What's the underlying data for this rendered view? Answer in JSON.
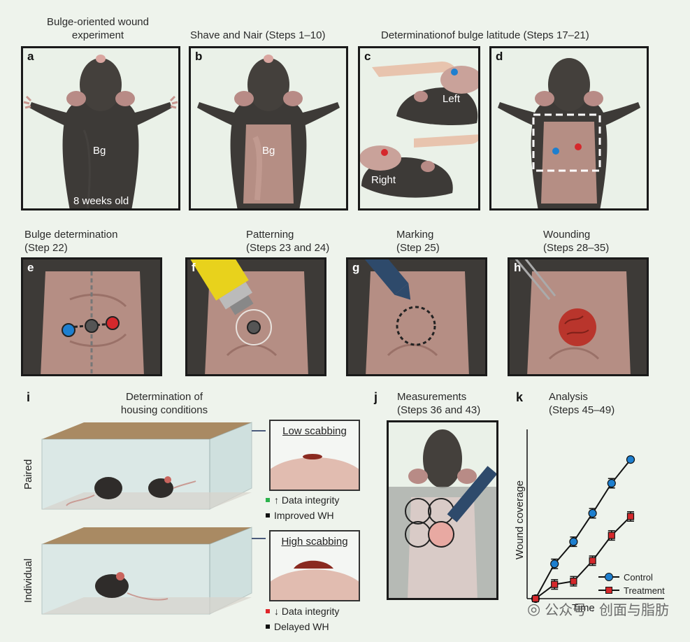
{
  "captions": {
    "a": "Bulge-oriented wound experiment",
    "b": "Shave and Nair (Steps 1–10)",
    "cd": "Determinationof bulge latitude (Steps 17–21)",
    "e1": "Bulge determination",
    "e2": "(Step 22)",
    "f1": "Patterning",
    "f2": "(Steps 23 and 24)",
    "g1": "Marking",
    "g2": "(Step 25)",
    "h1": "Wounding",
    "h2": "(Steps 28–35)",
    "i1": "Determination of",
    "i2": "housing conditions",
    "j1": "Measurements",
    "j2": "(Steps 36 and 43)",
    "k1": "Analysis",
    "k2": "(Steps 45–49)"
  },
  "panel_labels": {
    "a": "a",
    "b": "b",
    "c": "c",
    "d": "d",
    "e": "e",
    "f": "f",
    "g": "g",
    "h": "h",
    "i": "i",
    "j": "j",
    "k": "k"
  },
  "panel_text": {
    "a_bg": "Bg",
    "a_age": "8 weeks old",
    "b_bg": "Bg",
    "c_left": "Left",
    "c_right": "Right"
  },
  "housing": {
    "paired": "Paired",
    "individual": "Individual",
    "low_title": "Low scabbing",
    "high_title": "High scabbing",
    "low_items": [
      "↑ Data integrity",
      "Improved WH"
    ],
    "high_items": [
      "↓ Data integrity",
      "Delayed WH"
    ],
    "colors": {
      "up": "#2bb24c",
      "down": "#e0262a",
      "neutral": "#111111"
    }
  },
  "chart_data": {
    "type": "line",
    "ylabel": "Wound coverage",
    "xlabel": "Time",
    "x": [
      0,
      1,
      2,
      3,
      4,
      5
    ],
    "series": [
      {
        "name": "Control",
        "values": [
          0,
          22,
          36,
          54,
          73,
          88
        ],
        "errors": [
          0,
          3,
          3,
          3,
          3,
          0
        ],
        "color": "#1e7fcf",
        "marker": "circle"
      },
      {
        "name": "Treatment",
        "values": [
          0,
          9,
          11,
          24,
          40,
          52
        ],
        "errors": [
          0,
          3,
          3,
          3,
          3,
          3
        ],
        "color": "#d5282c",
        "marker": "square"
      }
    ],
    "ylim": [
      0,
      100
    ],
    "legend": "bottom-right",
    "axis_ticks": false
  },
  "watermark": "公众号 · 创面与脂肪"
}
